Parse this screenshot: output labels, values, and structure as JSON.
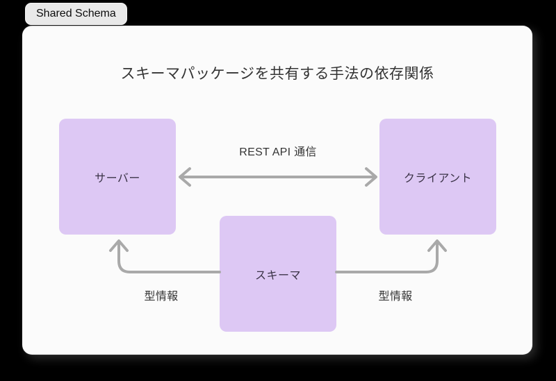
{
  "tab": {
    "label": "Shared Schema"
  },
  "diagram": {
    "title": "スキーマパッケージを共有する手法の依存関係",
    "nodes": {
      "server": {
        "label": "サーバー"
      },
      "client": {
        "label": "クライアント"
      },
      "schema": {
        "label": "スキーマ"
      }
    },
    "edges": {
      "rest_api": {
        "label": "REST API 通信",
        "type": "double-headed-horizontal",
        "from": "server",
        "to": "client"
      },
      "type_info_left": {
        "label": "型情報",
        "type": "curved-up",
        "from": "schema",
        "to": "server"
      },
      "type_info_right": {
        "label": "型情報",
        "type": "curved-up",
        "from": "schema",
        "to": "client"
      }
    },
    "colors": {
      "page_bg": "#000000",
      "card_bg": "#fbfbfb",
      "tab_bg": "#e9e9e9",
      "node_fill": "#ddc8f4",
      "node_text": "#3b3347",
      "title_text": "#333333",
      "arrow": "#a9a9a9"
    }
  }
}
